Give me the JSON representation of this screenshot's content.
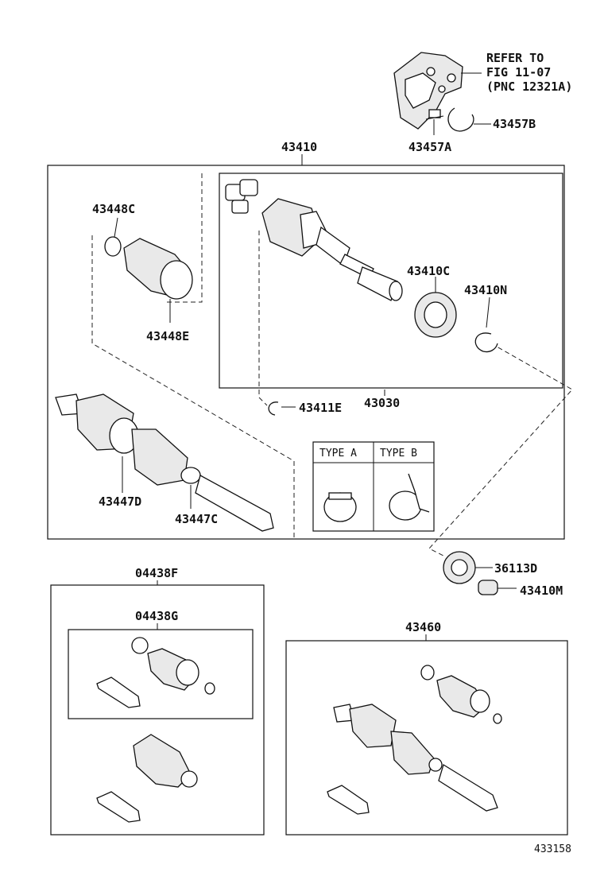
{
  "labels": {
    "refer": [
      "REFER TO",
      "FIG 11-07",
      "(PNC 12321A)"
    ],
    "p43457B": "43457B",
    "p43457A": "43457A",
    "p43410": "43410",
    "p43448C": "43448C",
    "p43448E": "43448E",
    "p43410C": "43410C",
    "p43410N": "43410N",
    "p43411E": "43411E",
    "p43030": "43030",
    "p43447D": "43447D",
    "p43447C": "43447C",
    "typeA": "TYPE A",
    "typeB": "TYPE B",
    "p36113D": "36113D",
    "p43410M": "43410M",
    "p04438F": "04438F",
    "p04438G": "04438G",
    "p43460": "43460",
    "figure_no": "433158"
  }
}
